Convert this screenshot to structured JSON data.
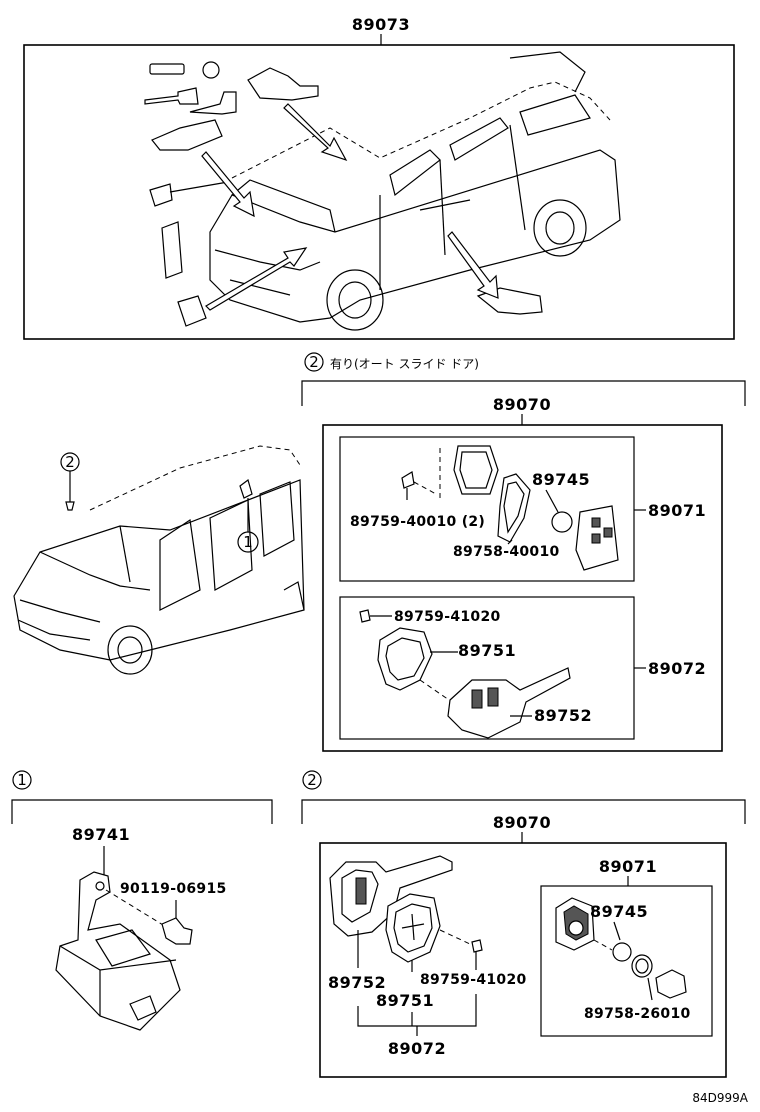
{
  "labels": {
    "top_assembly": "89073",
    "mid_note": "有り(オート スライド ドア)",
    "mid_assembly": "89070",
    "mid_sub1": "89071",
    "mid_sub2": "89072",
    "mid_p1": "89745",
    "mid_p2": "89759-40010 (2)",
    "mid_p3": "89758-40010",
    "mid_p4": "89759-41020",
    "mid_p5": "89751",
    "mid_p6": "89752",
    "left_marker1": "1",
    "left_marker2": "2",
    "bl_marker": "1",
    "bl_p1": "89741",
    "bl_p2": "90119-06915",
    "br_marker": "2",
    "br_assembly": "89070",
    "br_sub1": "89071",
    "br_p1": "89745",
    "br_p2": "89758-26010",
    "br_p3": "89752",
    "br_p4": "89759-41020",
    "br_p5": "89751",
    "br_sub2": "89072",
    "diagram_code": "84D999A"
  }
}
